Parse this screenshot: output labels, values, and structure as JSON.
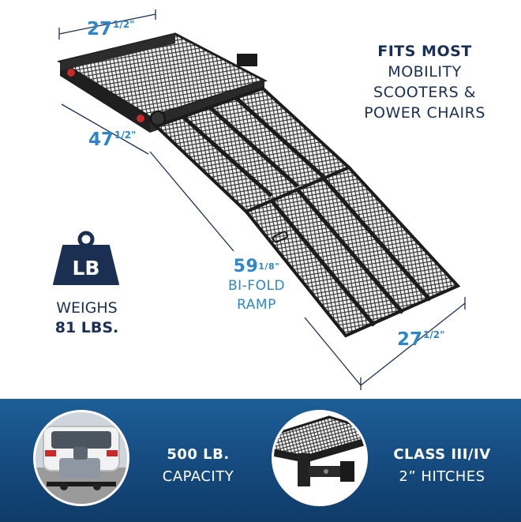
{
  "dimensions": {
    "top_width": {
      "whole": "27",
      "fraction": "1/2\""
    },
    "side_length": {
      "whole": "47",
      "fraction": "1/2\""
    },
    "ramp_length": {
      "whole": "59",
      "fraction": "1/8\""
    },
    "ramp_width": {
      "whole": "27",
      "fraction": "1/2\""
    }
  },
  "fits": {
    "line1": "FITS MOST",
    "line2": "MOBILITY",
    "line3": "SCOOTERS &",
    "line4": "POWER CHAIRS"
  },
  "ramp": {
    "line1": "BI-FOLD",
    "line2": "RAMP"
  },
  "weight": {
    "icon_label": "LB",
    "line1": "WEIGHS",
    "line2": "81 LBS."
  },
  "features": [
    {
      "line1": "500 LB.",
      "line2": "CAPACITY"
    },
    {
      "line1": "CLASS III/IV",
      "line2": "2” HITCHES"
    }
  ],
  "colors": {
    "accent": "#2e86c8",
    "navy": "#1b2f52",
    "banner": "#154a7e",
    "carrier": "#222222"
  }
}
